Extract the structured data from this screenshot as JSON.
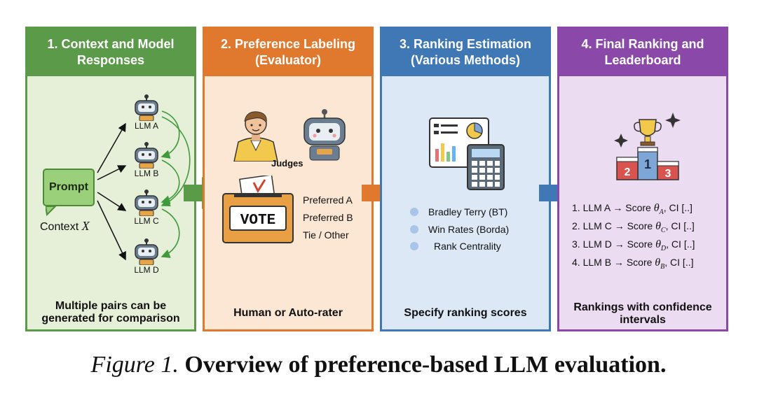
{
  "panels": [
    {
      "title": "1. Context and Model Responses",
      "prompt_label": "Prompt",
      "context_label": "Context",
      "context_var": "X",
      "llm_labels": [
        "LLM A",
        "LLM B",
        "LLM C",
        "LLM D"
      ],
      "footer": "Multiple pairs can be generated for comparison",
      "color": "#5b9a49"
    },
    {
      "title": "2. Preference Labeling (Evaluator)",
      "judges_label": "Judges",
      "ballot_text": "VOTE",
      "options": [
        "Preferred A",
        "Preferred B",
        "Tie / Other"
      ],
      "footer": "Human or Auto-rater",
      "color": "#e0782d"
    },
    {
      "title": "3. Ranking Estimation (Various Methods)",
      "methods": [
        "Bradley Terry (BT)",
        "Win Rates (Borda)",
        "Rank Centrality"
      ],
      "footer": "Specify ranking scores",
      "color": "#3f78b4"
    },
    {
      "title": "4. Final Ranking and Leaderboard",
      "podium": [
        "2",
        "1",
        "3"
      ],
      "rankings": [
        {
          "rank": "1.",
          "text": "LLM A → Score",
          "theta": "θ",
          "sub": "A",
          "suffix": ", CI [..]"
        },
        {
          "rank": "2.",
          "text": "LLM C → Score",
          "theta": "θ",
          "sub": "C",
          "suffix": ", CI [..]"
        },
        {
          "rank": "3.",
          "text": "LLM D → Score",
          "theta": "θ",
          "sub": "D",
          "suffix": ", CI [..]"
        },
        {
          "rank": "4.",
          "text": "LLM B → Score",
          "theta": "θ",
          "sub": "B",
          "suffix": ", CI [..]"
        }
      ],
      "footer": "Rankings with confidence intervals",
      "color": "#8a49a8"
    }
  ],
  "caption": {
    "figure": "Figure 1.",
    "title": "Overview of preference-based LLM evaluation."
  }
}
